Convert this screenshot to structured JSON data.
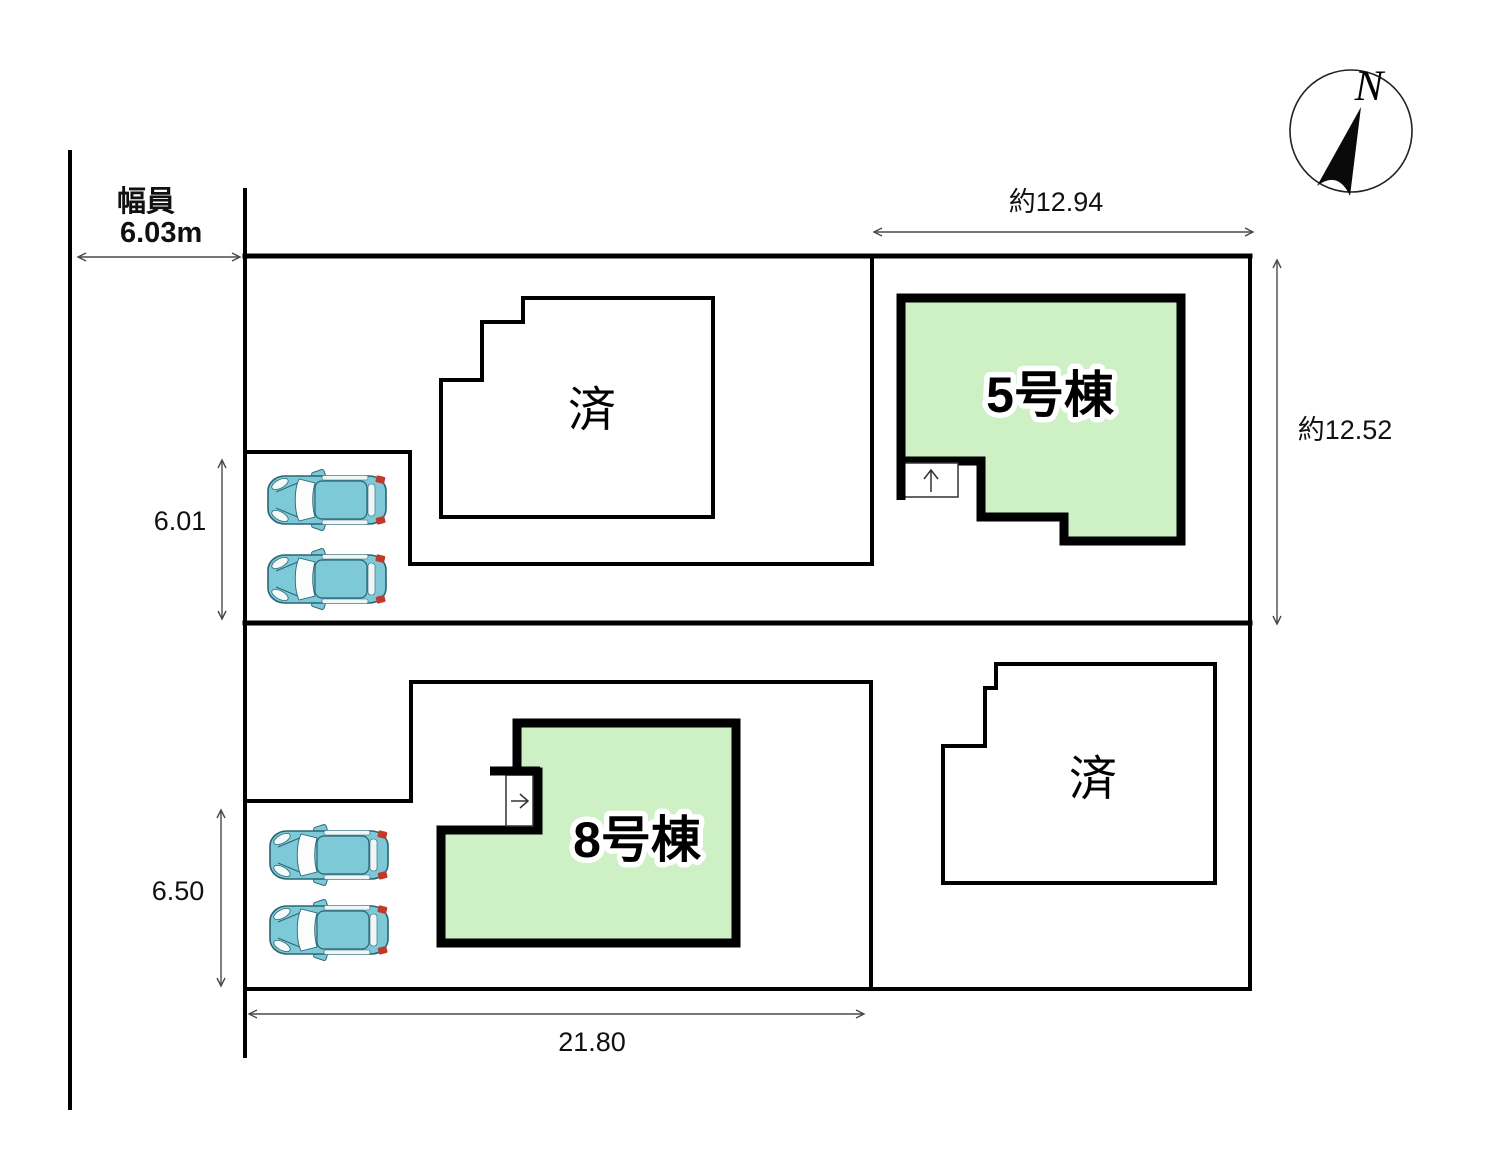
{
  "plan": {
    "road": {
      "label": "幅員",
      "width": "6.03m"
    },
    "compass": {
      "north_label": "N"
    },
    "dimensions": {
      "lot5_width": "約12.94",
      "lot5_depth": "約12.52",
      "upper_parking_depth": "6.01",
      "lower_parking_depth": "6.50",
      "lower_lot_width": "21.80"
    },
    "buildings": {
      "unit5": {
        "label": "5号棟"
      },
      "unit8": {
        "label": "8号棟"
      },
      "sold_upper_left": {
        "label": "済"
      },
      "sold_lower_right": {
        "label": "済"
      }
    },
    "parking": {
      "upper_car_count": 2,
      "lower_car_count": 2
    },
    "colors": {
      "available_building_fill": "#cdf0c4",
      "car_body": "#7ec9d7",
      "car_window": "#f4fafa",
      "car_taillight": "#c0392b",
      "line": "#000000",
      "dimension_line": "#4a4a4a"
    }
  }
}
